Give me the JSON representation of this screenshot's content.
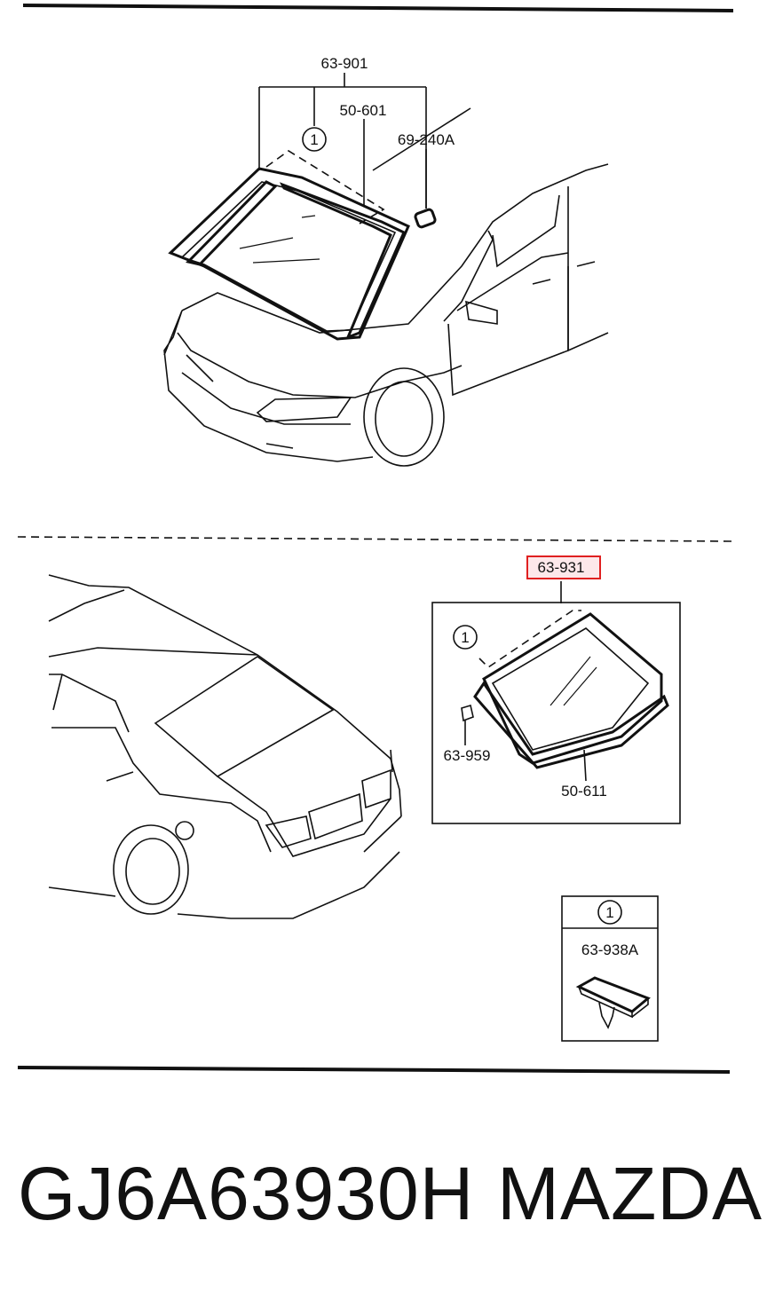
{
  "top_section": {
    "callouts": [
      "63-901",
      "50-601",
      "69-240A"
    ],
    "circle_ref": "1"
  },
  "bottom_section": {
    "highlighted_callout": "63-931",
    "callouts": [
      "63-959",
      "50-611"
    ],
    "circle_ref": "1"
  },
  "legend_box": {
    "circle_ref": "1",
    "part": "63-938A"
  },
  "footer": {
    "part_number": "GJ6A63930H",
    "brand": "MAZDA"
  },
  "colors": {
    "highlight": "#e02020",
    "highlight_fill": "#fde8ea",
    "ink": "#111111"
  }
}
